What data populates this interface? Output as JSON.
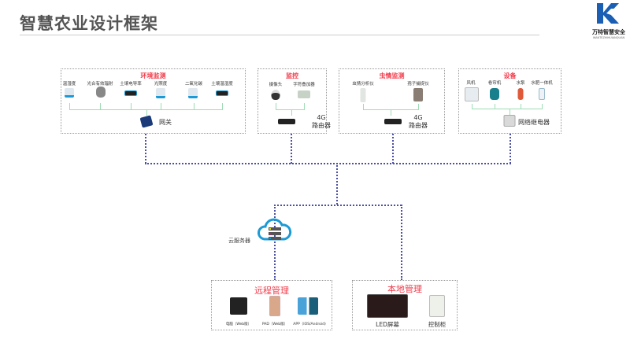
{
  "title": "智慧农业设计框架",
  "logo": {
    "name": "万特智慧安全",
    "sub": "WANTEZHIHUIANQUAN",
    "color": "#1a5fb4"
  },
  "env": {
    "title": "环境监测",
    "items": [
      "温湿度",
      "光合有效辐射",
      "土壤电导率",
      "光照度",
      "二氧化碳",
      "土壤温湿度"
    ],
    "hub": "网关"
  },
  "monitor": {
    "title": "监控",
    "items": [
      "摄像头",
      "字符叠加器"
    ],
    "hub": "4G\n路由器",
    "hub1": "4G",
    "hub2": "路由器"
  },
  "pest": {
    "title": "虫情监测",
    "items": [
      "虫情分析仪",
      "孢子捕捉仪"
    ],
    "hub1": "4G",
    "hub2": "路由器"
  },
  "device": {
    "title": "设备",
    "items": [
      "风机",
      "卷帘机",
      "水泵",
      "水肥一体机"
    ],
    "hub": "网络继电器"
  },
  "cloud": {
    "label": "云服务器"
  },
  "remote": {
    "title": "远程管理",
    "items": [
      "电脑（Web版）",
      "PAD（Web版）",
      "APP（IOS/Android)"
    ]
  },
  "local": {
    "title": "本地管理",
    "items": [
      "LED屏幕",
      "控制柜"
    ]
  },
  "colors": {
    "accent": "#f23c4b",
    "link": "#4a4fa3",
    "bus": "#9edcb5",
    "cloud": "#1c9ad6"
  }
}
